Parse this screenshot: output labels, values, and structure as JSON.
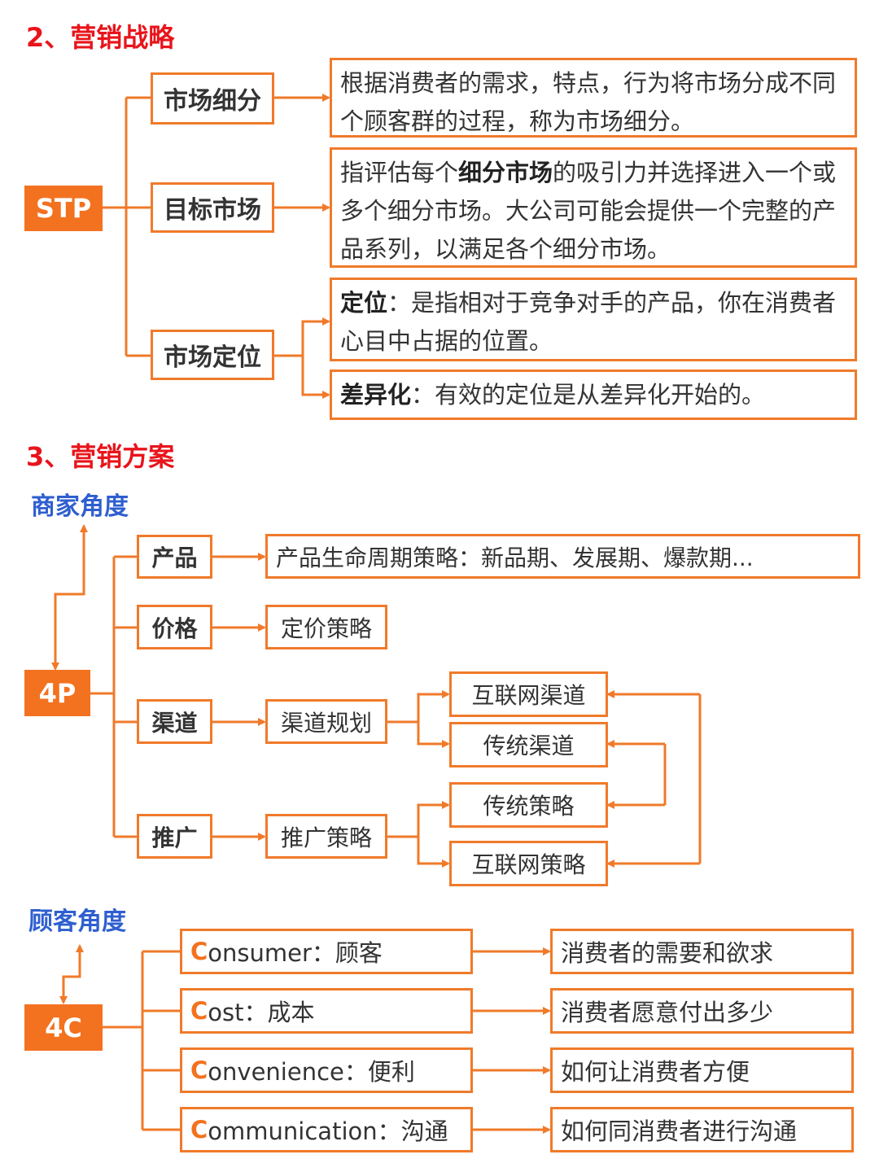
{
  "section2": {
    "heading": "2、营销战略",
    "root": "STP",
    "items": [
      {
        "label": "市场细分",
        "desc": "根据消费者的需求，特点，行为将市场分成不同个顾客群的过程，称为市场细分。"
      },
      {
        "label": "目标市场",
        "desc_pre": "指评估每个",
        "desc_bold": "细分市场",
        "desc_post": "的吸引力并选择进入一个或多个细分市场。大公司可能会提供一个完整的产品系列，以满足各个细分市场。"
      },
      {
        "label": "市场定位",
        "sub": [
          {
            "term": "定位",
            "text": "：是指相对于竞争对手的产品，你在消费者心目中占据的位置。"
          },
          {
            "term": "差异化",
            "text": "：有效的定位是从差异化开始的。"
          }
        ]
      }
    ]
  },
  "section3": {
    "heading": "3、营销方案",
    "merchant_view": "商家角度",
    "root_4p": "4P",
    "p_items": [
      {
        "label": "产品",
        "detail": "产品生命周期策略：新品期、发展期、爆款期..."
      },
      {
        "label": "价格",
        "detail": "定价策略"
      },
      {
        "label": "渠道",
        "detail": "渠道规划"
      },
      {
        "label": "推广",
        "detail": "推广策略"
      }
    ],
    "channel_branches": [
      "互联网渠道",
      "传统渠道"
    ],
    "promo_branches": [
      "传统策略",
      "互联网策略"
    ],
    "customer_view": "顾客角度",
    "root_4c": "4C",
    "c_items": [
      {
        "letter": "C",
        "rest": "onsumer：顾客",
        "meaning": "消费者的需要和欲求"
      },
      {
        "letter": "C",
        "rest": "ost：成本",
        "meaning": "消费者愿意付出多少"
      },
      {
        "letter": "C",
        "rest": "onvenience：便利",
        "meaning": "如何让消费者方便"
      },
      {
        "letter": "C",
        "rest": "ommunication：沟通",
        "meaning": "如何同消费者进行沟通"
      }
    ]
  },
  "colors": {
    "accent": "#f3721f",
    "heading_red": "#e8141b",
    "subheading_blue": "#2f5fcf"
  }
}
